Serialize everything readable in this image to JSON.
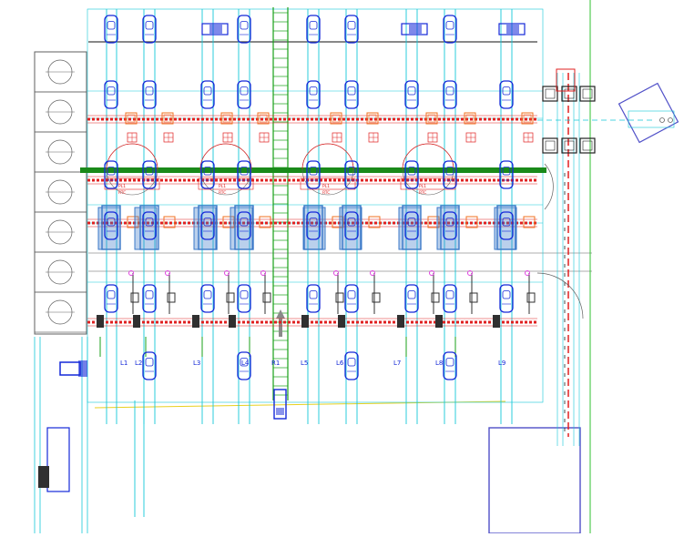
{
  "lane_labels": [
    "L1",
    "L2",
    "L3",
    "L4",
    "L5",
    "L6",
    "L7",
    "L8",
    "L9"
  ],
  "center_label": "R1",
  "cell_texts": [
    "PL1",
    "RTC",
    "PL1",
    "RTC",
    "PL1",
    "RTC",
    "PL1",
    "RTC"
  ],
  "colors": {
    "lane_line": "#14c8d8",
    "car": "#1428d8",
    "fixture_red": "#e02020",
    "fixture_orange": "#f07020",
    "conveyor_green": "#18a018",
    "main_beam": "#1a8a1a",
    "hatch_blue": "#3a78c8",
    "outline_gray": "#606060",
    "yellow_line": "#e8d020",
    "magenta": "#e040e0",
    "boundary_green": "#30c030",
    "purple_box": "#5050c8"
  },
  "icons": [
    "car-symbol-icon",
    "robot-symbol-icon",
    "forklift-icon",
    "arrow-up-icon"
  ]
}
